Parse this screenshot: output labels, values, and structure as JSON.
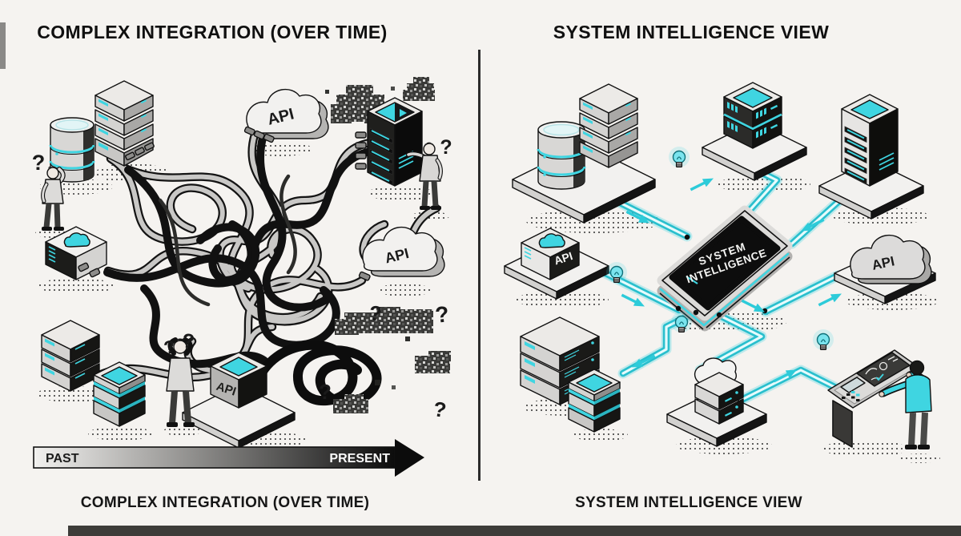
{
  "page": {
    "background": "#f5f3f0",
    "bottom_strip_color": "#3d3c39",
    "divider_color": "#2b2b2b"
  },
  "left": {
    "title": "COMPLEX INTEGRATION (OVER TIME)",
    "caption": "COMPLEX INTEGRATION (OVER TIME)",
    "timeline": {
      "start": "PAST",
      "end": "PRESENT"
    },
    "api_label": "API",
    "question_mark": "?"
  },
  "right": {
    "title": "SYSTEM INTELLIGENCE VIEW",
    "caption": "SYSTEM INTELLIGENCE VIEW",
    "hub": {
      "line1": "SYSTEM",
      "line2": "INTELLIGENCE"
    },
    "api_label": "API"
  },
  "colors": {
    "accent_cyan": "#3fd5e1",
    "ink": "#111111"
  }
}
